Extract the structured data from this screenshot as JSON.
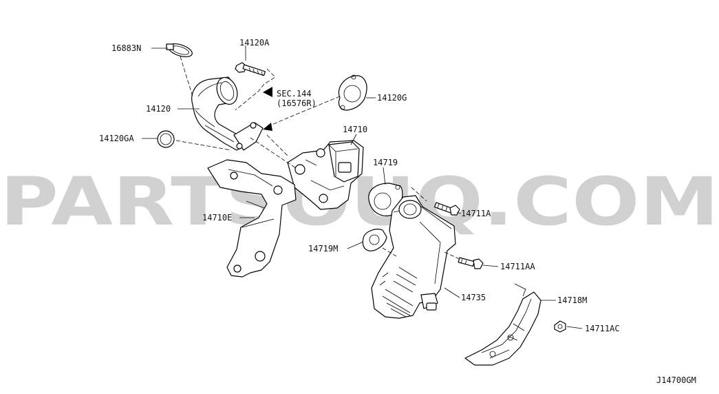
{
  "watermark": "PARTSOUQ.COM",
  "diagram_code": "J14700GM",
  "labels": {
    "p16883N": "16883N",
    "p14120A": "14120A",
    "p14120": "14120",
    "p14120GA": "14120GA",
    "sec_line1": "SEC.144",
    "sec_line2": "(16576R)",
    "p14120G": "14120G",
    "p14710": "14710",
    "p14719": "14719",
    "p14710E": "14710E",
    "p14711A": "14711A",
    "p14719M": "14719M",
    "p14711AA": "14711AA",
    "p14735": "14735",
    "p14718M": "14718M",
    "p14711AC": "14711AC"
  }
}
